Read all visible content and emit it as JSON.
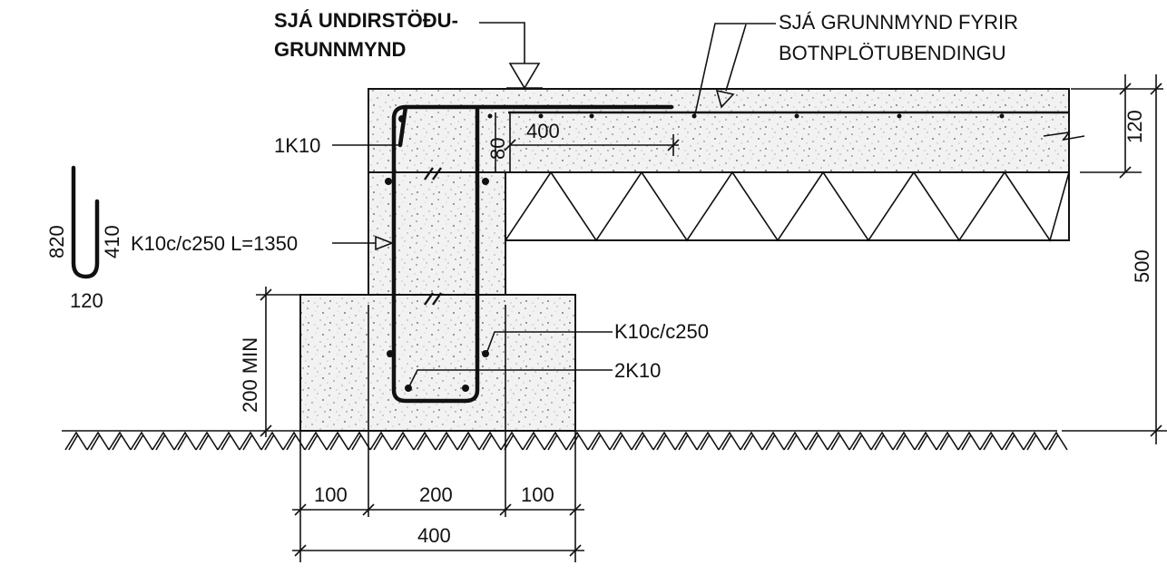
{
  "labels": {
    "foundation_ref_line1": "SJÁ UNDIRSTÖÐU-",
    "foundation_ref_line2": "GRUNNMYND",
    "slab_ref_line1": "SJÁ GRUNNMYND FYRIR",
    "slab_ref_line2": "BOTNPLÖTUBENDINGU",
    "rebar_1k10": "1K10",
    "rebar_k10_l1350": "K10c/c250 L=1350",
    "rebar_k10_c250": "K10c/c250",
    "rebar_2k10": "2K10"
  },
  "bar_shape": {
    "leg_long": "820",
    "leg_short": "410",
    "bottom": "120"
  },
  "dimensions": {
    "slab_thickness": "120",
    "total_height": "500",
    "lap_length": "400",
    "cover": "80",
    "footing_depth": "200 MIN",
    "bottom_left": "100",
    "bottom_mid": "200",
    "bottom_right": "100",
    "bottom_total": "400"
  },
  "colors": {
    "ink": "#111111",
    "concrete": "#eeeeee",
    "insulation": "#ffffff"
  }
}
